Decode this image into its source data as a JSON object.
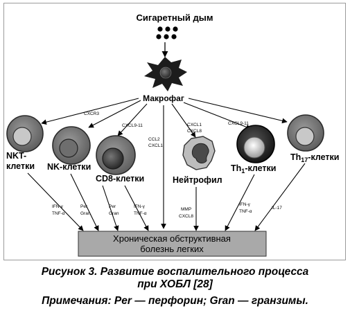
{
  "diagram": {
    "stimulus": "Сигаретный дым",
    "macrophage": "Макрофаг",
    "cells": {
      "nkt_line1": "NKT-",
      "nkt_line2": "клетки",
      "nk": "NK-клетки",
      "cd8": "CD8-клетки",
      "neutrophil": "Нейтрофил",
      "th1_base": "Th",
      "th1_sub": "1",
      "th1_suffix": "-клетки",
      "th17_base": "Th",
      "th17_sub": "17",
      "th17_suffix": "-клетки"
    },
    "edge_labels": {
      "cxcr3": "CXCR3",
      "cxcl9_11_left": "CXCL9-11",
      "ccl2": "CCL2",
      "cxcl1_left": "CXCL1",
      "cxcl1_right": "CXCL1",
      "cxcl8": "CXCL8",
      "cxcl9_11_right": "CXCL9-11",
      "nkt_ifn": "IFN-γ",
      "nkt_tnf": "TNF-α",
      "nk_per": "Per",
      "nk_gran": "Gran",
      "cd8_per": "Per",
      "cd8_gran": "Gran",
      "cd8_ifn": "IFN-γ",
      "cd8_tnf": "TNF-α",
      "neu_mmp": "MMP",
      "neu_cxcl8": "CXCL8",
      "th1_ifn": "IFN-γ",
      "th1_tnf": "TNF-α",
      "th17_il17": "IL-17"
    },
    "outcome_line1": "Хроническая обструктивная",
    "outcome_line2": "болезнь легких"
  },
  "caption": {
    "title_line1": "Рисунок 3. Развитие воспалительного процесса",
    "title_line2": "при ХОБЛ [28]",
    "note": "Примечания: Per — перфорин; Gran — гранзимы."
  },
  "colors": {
    "outcome_box": "#a9a9a9",
    "cell_light": "#7a7a7a",
    "cell_dark": "#2e2e2e",
    "nucleus_light": "#c8c8c8"
  }
}
